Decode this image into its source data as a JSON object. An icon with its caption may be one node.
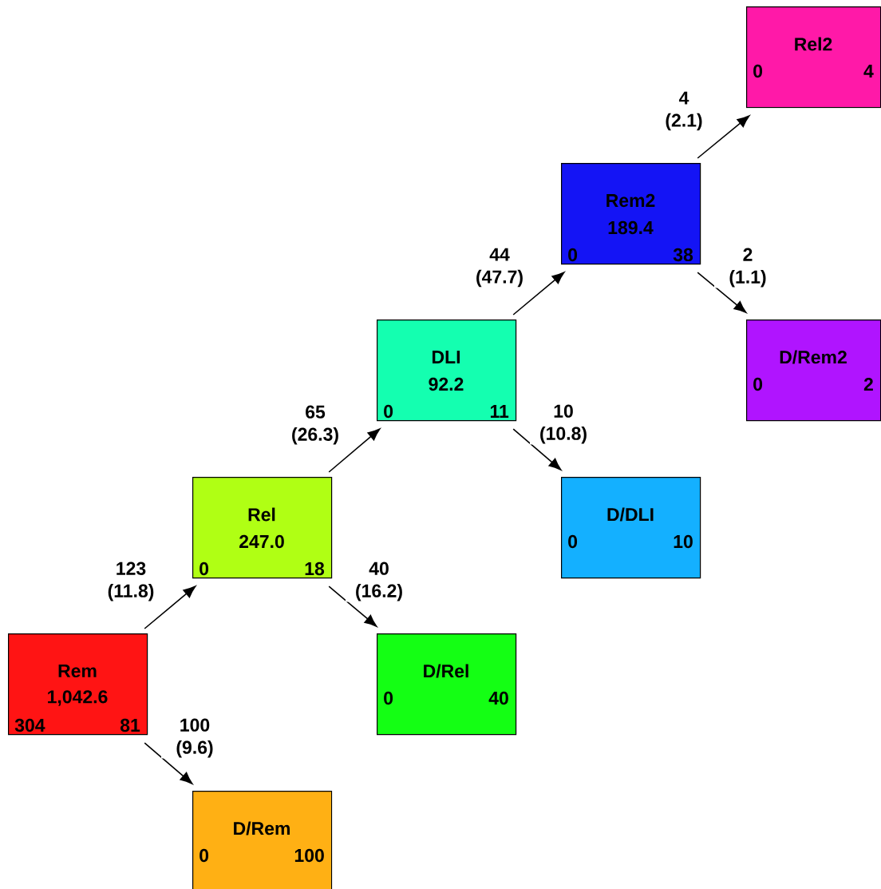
{
  "diagram": {
    "nodes": [
      {
        "text": [
          "Rel2",
          "0",
          "4"
        ]
      },
      {
        "text": [
          "Rem2",
          "189.4",
          "0",
          "38"
        ]
      },
      {
        "text": [
          "D/Rem2",
          "0",
          "2"
        ]
      },
      {
        "text": [
          "DLI",
          "92.2",
          "0",
          "11"
        ]
      },
      {
        "text": [
          "D/DLI",
          "0",
          "10"
        ]
      },
      {
        "text": [
          "Rel",
          "247.0",
          "0",
          "18"
        ]
      },
      {
        "text": [
          "D/Rel",
          "0",
          "40"
        ]
      },
      {
        "text": [
          "Rem",
          "1,042.6",
          "304",
          "81"
        ]
      },
      {
        "text": [
          "D/Rem",
          "0",
          "100"
        ]
      }
    ],
    "edges": [
      {
        "from": 7,
        "to": 5,
        "arrow": "to",
        "label": "123 (11.8)"
      },
      {
        "from": 7,
        "to": 8,
        "arrow": "to",
        "label": "100 (9.6)"
      },
      {
        "from": 5,
        "to": 3,
        "arrow": "to",
        "label": "65 (26.3)"
      },
      {
        "from": 5,
        "to": 6,
        "arrow": "to",
        "label": "40 (16.2)"
      },
      {
        "from": 3,
        "to": 1,
        "arrow": "to",
        "label": "44 (47.7)"
      },
      {
        "from": 3,
        "to": 4,
        "arrow": "to",
        "label": "10 (10.8)"
      },
      {
        "from": 1,
        "to": 0,
        "arrow": "to",
        "label": "4 (2.1)"
      },
      {
        "from": 1,
        "to": 2,
        "arrow": "to",
        "label": "2 (1.1)"
      }
    ]
  }
}
